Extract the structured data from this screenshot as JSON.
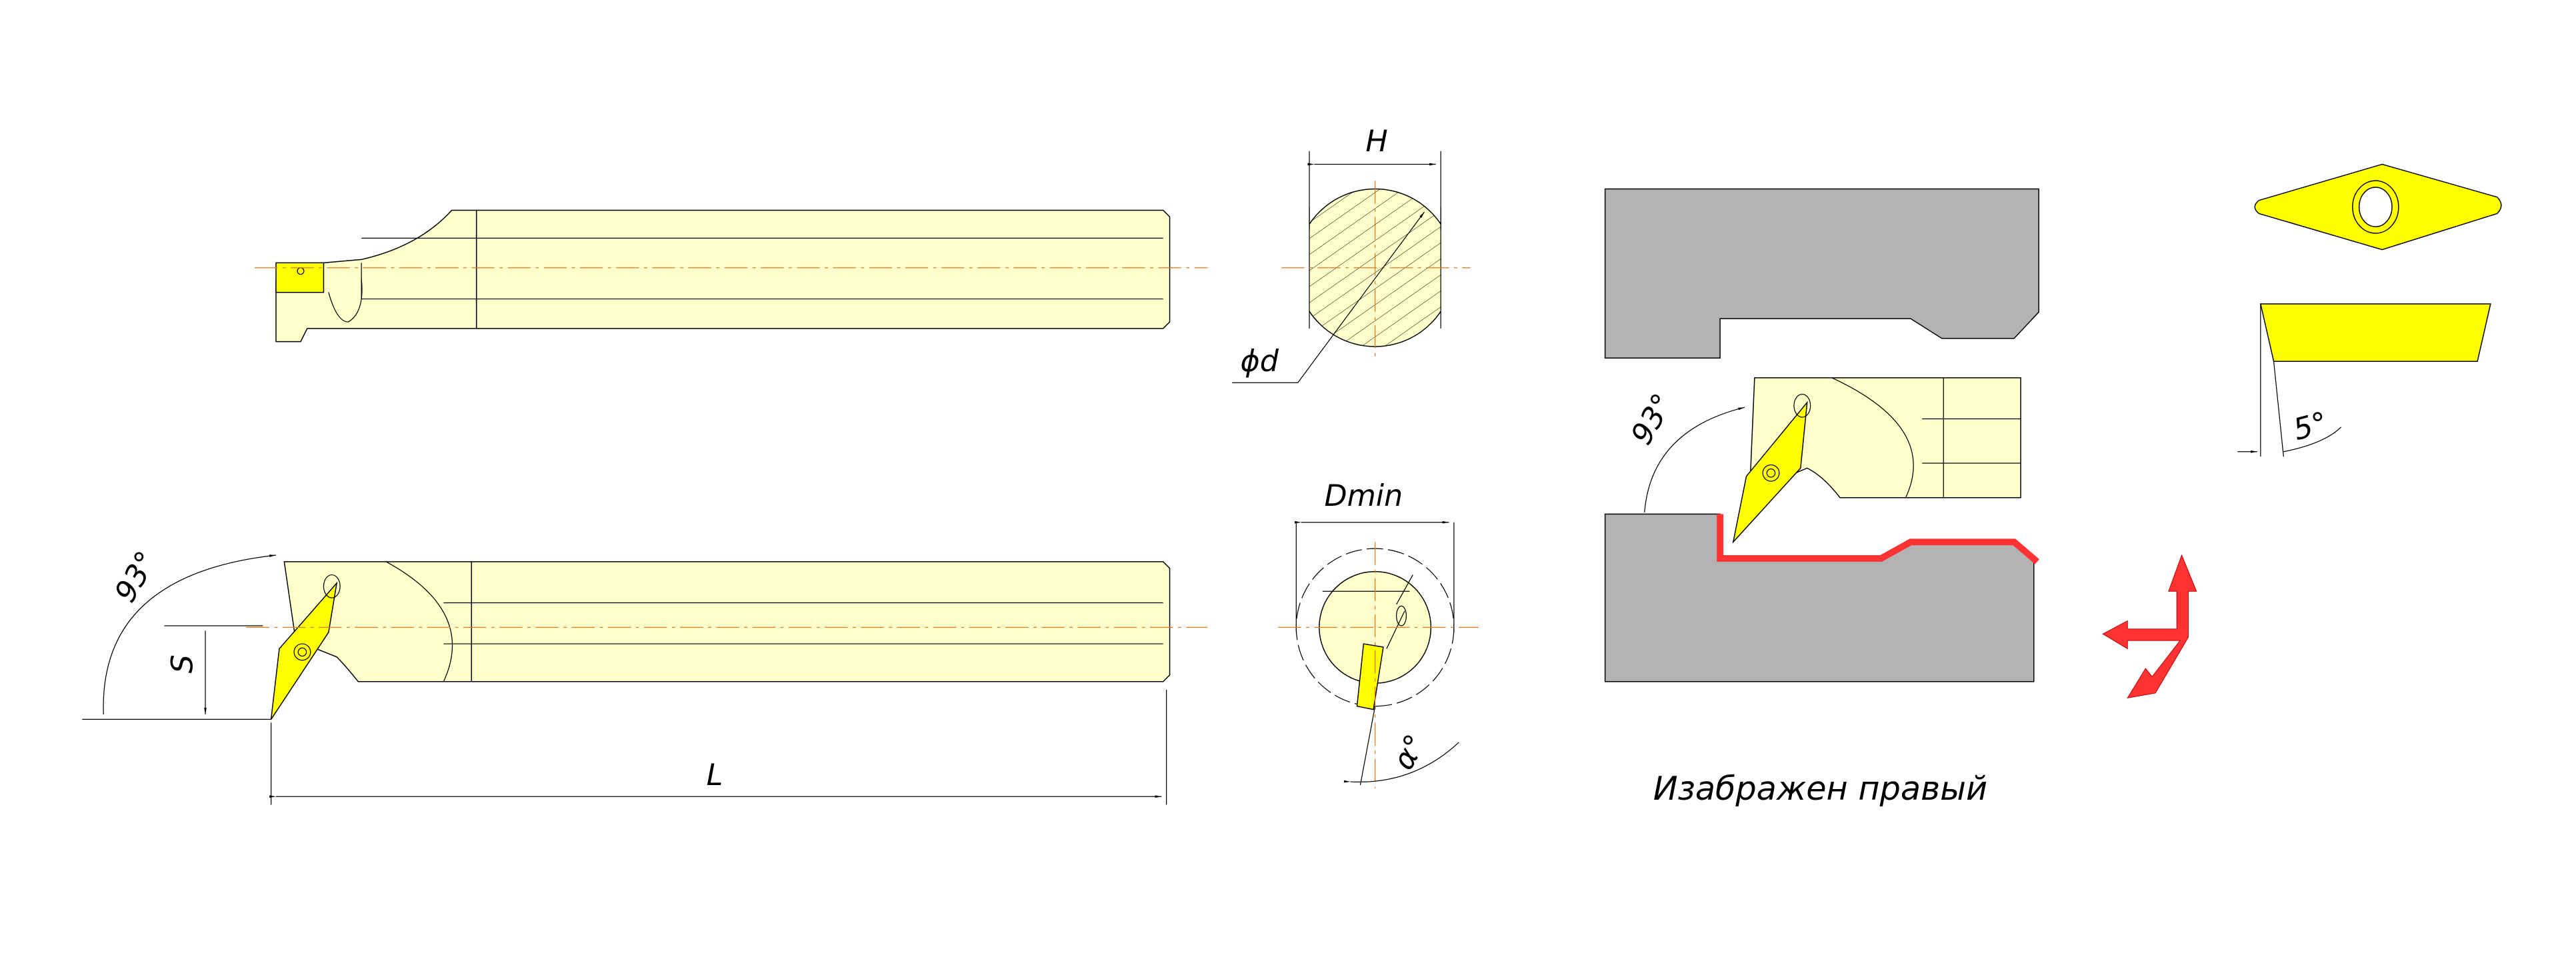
{
  "labels": {
    "angle_side_view": "93°",
    "offset": "S",
    "length": "L",
    "width": "H",
    "shank_diameter": "ϕd",
    "min_bore": "Dmin",
    "alpha": "α°",
    "angle_scheme": "93°",
    "clearance_angle": "5°"
  },
  "caption": "Изабражен правый",
  "colors": {
    "holder": "#ffffcc",
    "insert": "#ffff00",
    "workpiece": "#b3b3b3",
    "cut_path": "#ff3333",
    "centerline": "#e07a1a"
  }
}
